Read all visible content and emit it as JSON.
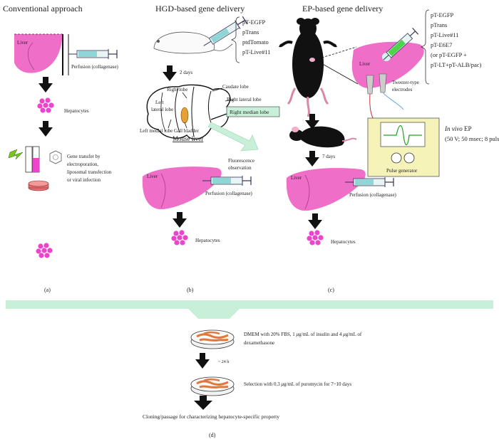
{
  "panel_a": {
    "title": "Conventional approach",
    "liver_label": "Liver",
    "perfusion_label": "Perfusion (collagenase)",
    "hepatocytes_label": "Hepatocytes",
    "gene_transfer_lines": [
      "Gene transfer by",
      "electroporation,",
      "liposomal transfection",
      "or viral infection"
    ],
    "caption": "(a)"
  },
  "panel_b": {
    "title": "HGD-based gene delivery",
    "plasmids": [
      "pT-EGFP",
      "pTrans",
      "ptdTomato",
      "pT-Live#11"
    ],
    "interval": "2 days",
    "lobes": {
      "right_lobe": "Right lobe",
      "caudate_lobe": "Caudate lobe",
      "left_lateral_1": "Left",
      "left_lateral_2": "lateral lobe",
      "right_lateral_lobe": "Right lateral lobe",
      "right_median_lobe": "Right median lobe",
      "left_medial_lobe": "Left medial lobe",
      "gall_bladder": "Gall bladder"
    },
    "mouse_liver": "Mouse liver",
    "fluorescence_1": "Fluorescence",
    "fluorescence_2": "observation",
    "liver_label": "Liver",
    "perfusion_label": "Perfusion (collagenase)",
    "hepatocytes_label": "Hepatocytes",
    "caption": "(b)"
  },
  "panel_c": {
    "title": "EP-based gene delivery",
    "plasmids": [
      "pT-EGFP",
      "pTrans",
      "pT-Live#11",
      "pT-E6E7",
      "(or pT-EGFP +",
      "pT-LT+pT-ALB/pac)"
    ],
    "liver_label": "Liver",
    "electrodes_1": "Tweezer-type",
    "electrodes_2": "electrodes",
    "in_vivo_italic": "In vivo",
    "in_vivo_rest": " EP",
    "ep_params": "(50 V; 50 msec; 8 pulses)",
    "pulse_generator": "Pulse generator",
    "interval": "7 days",
    "perfusion_label": "Perfusion (collagenase)",
    "hepatocytes_label": "Hepatocytes",
    "caption": "(c)"
  },
  "panel_d": {
    "culture_line1_a": "DMEM with 20% FBS, 1 ",
    "culture_line1_mu1": "μ",
    "culture_line1_b": "g/mL of insulin and 4 ",
    "culture_line1_mu2": "μ",
    "culture_line1_c": "g/mL of",
    "culture_line2": "dexamethasone",
    "interval": "~ 24 h",
    "selection_a": "Selection with 0.3 ",
    "selection_mu": "μ",
    "selection_b": "g/mL of puromycin for 7~10 days",
    "cloning": "Cloning/passage for characterizing hepatocyte-specific property",
    "caption": "(d)"
  },
  "colors": {
    "liver_pink": "#ee6ec8",
    "hepatocyte": "#ee44cc",
    "highlight_green": "#c8f0d8",
    "pulse_box": "#f6f3b8",
    "green_trace": "#22a022",
    "mouse_black": "#111111"
  }
}
